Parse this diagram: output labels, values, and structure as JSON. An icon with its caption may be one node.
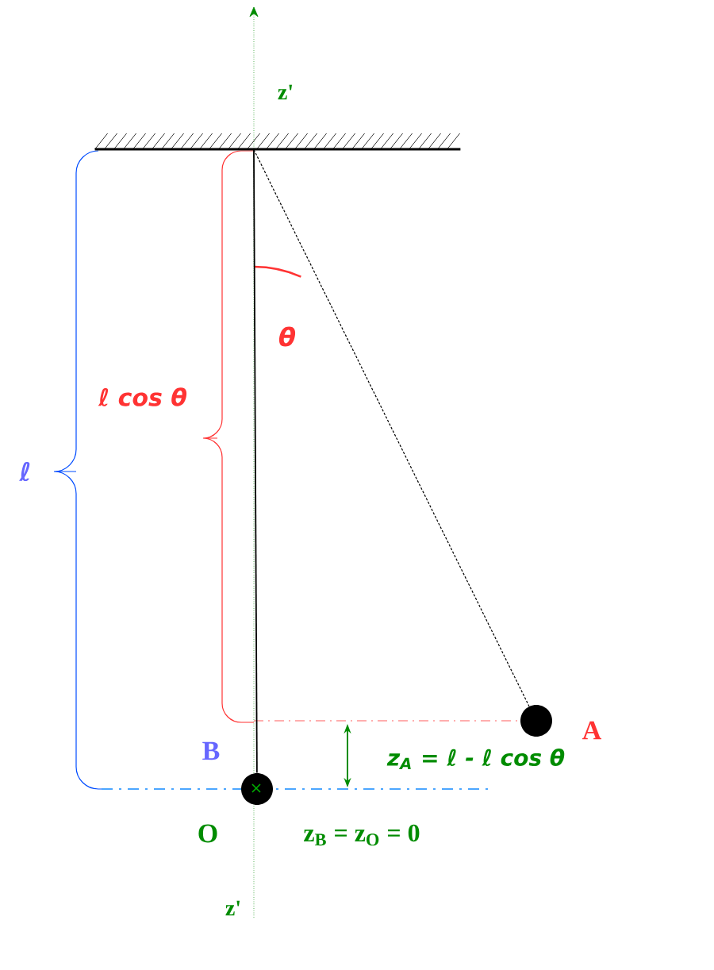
{
  "diagram": {
    "nodes": [
      {
        "text": [],
        "shape": "bar"
      },
      {
        "text": [],
        "shape": "circle"
      },
      {
        "text": [],
        "shape": "circle"
      }
    ],
    "edges": [
      {
        "from": 0,
        "to": 1,
        "arrow": "none",
        "style": "dashed"
      },
      {
        "from": 0,
        "to": 2,
        "arrow": "none"
      }
    ],
    "labels": [
      "z'",
      "θ",
      "ℓ cos θ",
      "ℓ",
      "A",
      "B",
      "z$_{A}$ = ℓ - ℓ cos θ",
      "O",
      "z$_{B}$ = z$_{O}$ = 0",
      "z'"
    ]
  }
}
